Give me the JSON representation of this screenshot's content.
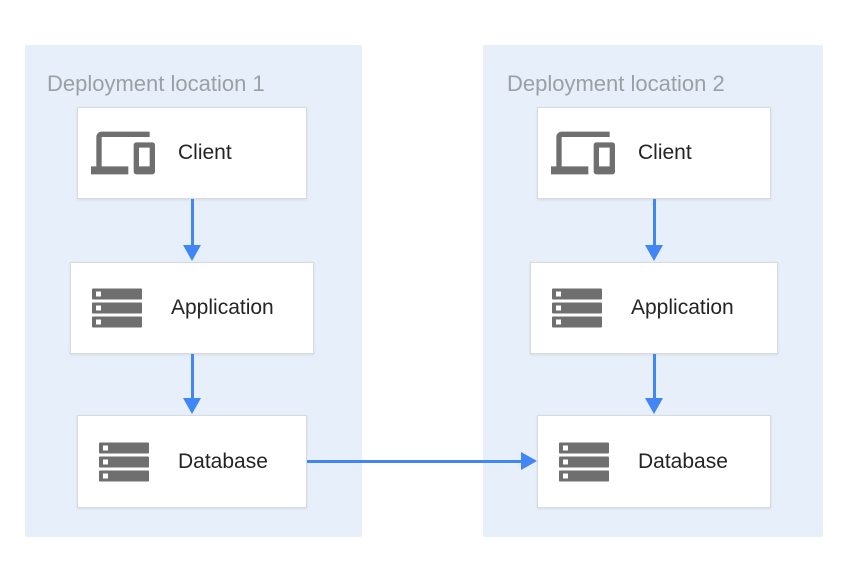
{
  "diagram": {
    "locations": [
      {
        "title": "Deployment location 1",
        "nodes": [
          {
            "id": "client-1",
            "label": "Client",
            "icon": "devices-icon"
          },
          {
            "id": "application-1",
            "label": "Application",
            "icon": "server-stack-icon"
          },
          {
            "id": "database-1",
            "label": "Database",
            "icon": "server-stack-icon"
          }
        ]
      },
      {
        "title": "Deployment location 2",
        "nodes": [
          {
            "id": "client-2",
            "label": "Client",
            "icon": "devices-icon"
          },
          {
            "id": "application-2",
            "label": "Application",
            "icon": "server-stack-icon"
          },
          {
            "id": "database-2",
            "label": "Database",
            "icon": "server-stack-icon"
          }
        ]
      }
    ],
    "edges": [
      {
        "from": "client-1",
        "to": "application-1",
        "direction": "down"
      },
      {
        "from": "application-1",
        "to": "database-1",
        "direction": "down"
      },
      {
        "from": "client-2",
        "to": "application-2",
        "direction": "down"
      },
      {
        "from": "application-2",
        "to": "database-2",
        "direction": "down"
      },
      {
        "from": "database-1",
        "to": "database-2",
        "direction": "right"
      }
    ],
    "colors": {
      "panel_bg": "#E6EFFA",
      "arrow_blue": "#4285F4",
      "title_gray": "#9AA0A6",
      "label_dark": "#242424",
      "icon_gray": "#6F6F6F",
      "box_border": "#D8DADC",
      "box_bg": "#FFFFFF"
    }
  }
}
